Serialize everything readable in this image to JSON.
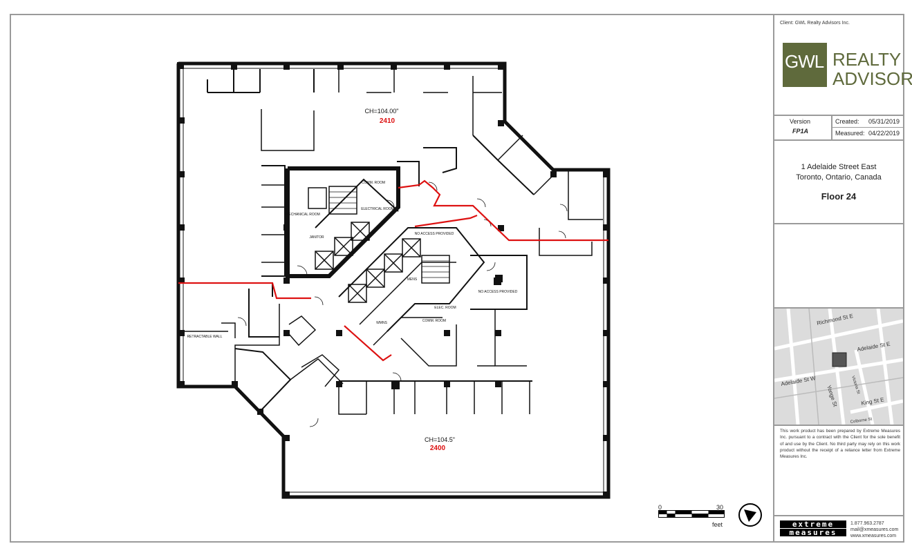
{
  "title_block": {
    "client": "Client:  GWL Realty Advisors Inc.",
    "logo_initials": "GWL",
    "logo_line1": "REALTY",
    "logo_line2": "ADVISORS",
    "version_label": "Version",
    "version_value": "FP1A",
    "created_label": "Created:",
    "created_value": "05/31/2019",
    "measured_label": "Measured:",
    "measured_value": "04/22/2019",
    "address_line1": "1 Adelaide Street East",
    "address_line2": "Toronto, Ontario, Canada",
    "floor": "Floor 24",
    "disclaimer": "This work product has been prepared by Extreme Measures Inc. pursuant to a contract with the Client for the sole benefit of and use by the Client. No third party may rely on this work product without the receipt of a reliance letter from Extreme Measures Inc.",
    "company_line1": "extreme",
    "company_line2": "measures",
    "phone": "1.877.963.2787",
    "email": "mail@xmeasures.com",
    "website": "www.xmeasures.com"
  },
  "map": {
    "streets": [
      "Richmond St E",
      "Adelaide St E",
      "Adelaide St W",
      "Yonge St",
      "Victoria St",
      "King St E",
      "Colborne St"
    ]
  },
  "plan": {
    "suite_north": "2410",
    "ceiling_north": "CH=104.00\"",
    "suite_south": "2400",
    "ceiling_south": "CH=104.5\"",
    "rooms": {
      "mechanical": "MECHANICAL ROOM",
      "janitor": "JANITOR",
      "electrical": "ELECTRICAL ROOM",
      "comm": "COMM. ROOM",
      "no_access_1": "NO ACCESS PROVIDED",
      "no_access_2": "NO ACCESS PROVIDED",
      "mens": "MENS",
      "womens": "WMNS",
      "elec_room": "ELEC. ROOM",
      "comm_room": "COMM. ROOM",
      "retractable_wall": "RETRACTABLE WALL"
    }
  },
  "scale": {
    "min": "0",
    "max": "30",
    "unit": "feet"
  }
}
